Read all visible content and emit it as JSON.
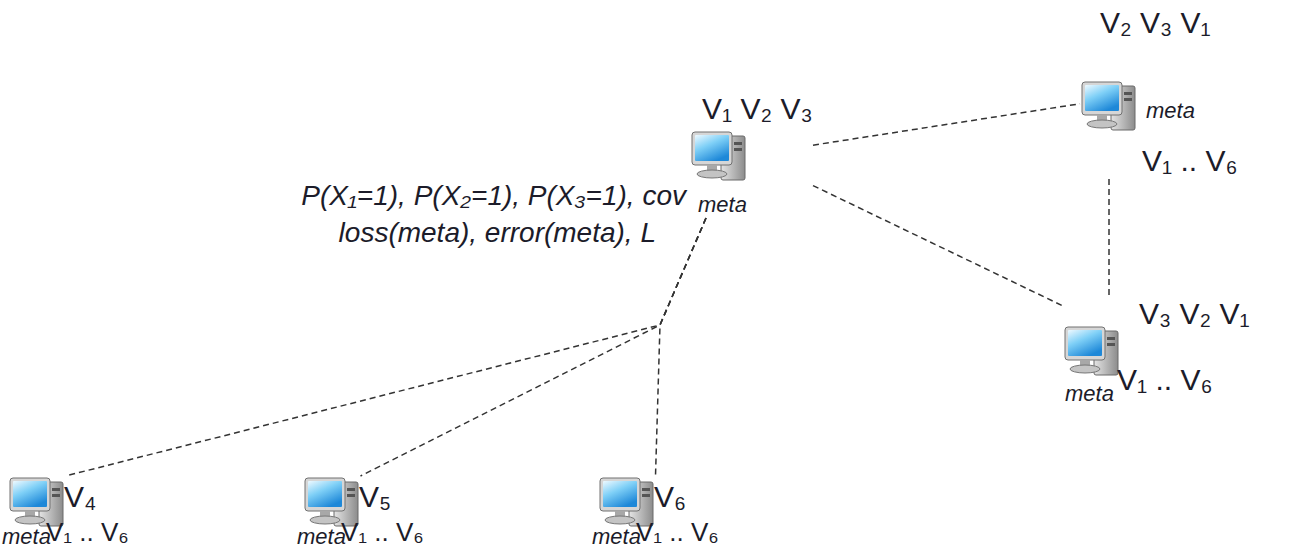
{
  "diagram": {
    "nodes": [
      {
        "text": [
          "V₂ V₃ V₁",
          "meta",
          "V₁ .. V₆"
        ]
      },
      {
        "text": [
          "V₁ V₂ V₃",
          "meta"
        ]
      },
      {
        "text": [
          "V₃ V₂ V₁",
          "meta",
          "V₁ .. V₆"
        ]
      },
      {
        "text": [
          "V₄",
          "meta",
          "V₁ .. V₆"
        ]
      },
      {
        "text": [
          "V₅",
          "meta",
          "V₁ .. V₆"
        ]
      },
      {
        "text": [
          "V₆",
          "meta",
          "V₁ .. V₆"
        ]
      }
    ],
    "edges": [
      {
        "from": 1,
        "to": 0,
        "arrow": "none"
      },
      {
        "from": 1,
        "to": 2,
        "arrow": "none"
      },
      {
        "from": 0,
        "to": 2,
        "arrow": "none"
      },
      {
        "from": 1,
        "to": 3,
        "arrow": "none"
      },
      {
        "from": 1,
        "to": 4,
        "arrow": "none"
      },
      {
        "from": 1,
        "to": 5,
        "arrow": "none"
      }
    ],
    "labels": [
      "P(X₁=1), P(X₂=1), P(X₃=1), cov",
      "loss(meta), error(meta), L"
    ]
  }
}
